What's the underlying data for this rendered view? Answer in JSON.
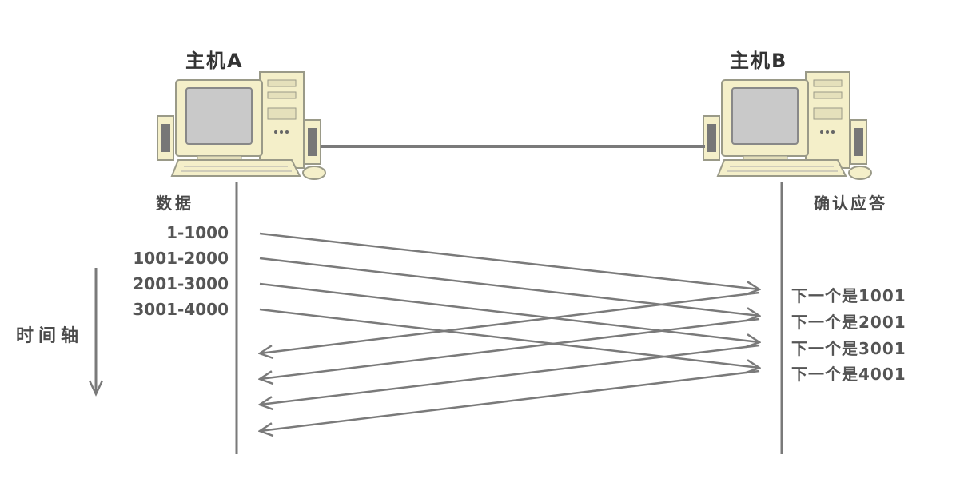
{
  "hosts": {
    "a": {
      "title": "主机A",
      "column_label": "数据"
    },
    "b": {
      "title": "主机B",
      "column_label": "确认应答"
    }
  },
  "timeline": {
    "label": "时间轴"
  },
  "segments": [
    "1-1000",
    "1001-2000",
    "2001-3000",
    "3001-4000"
  ],
  "acks": [
    "下一个是1001",
    "下一个是2001",
    "下一个是3001",
    "下一个是4001"
  ],
  "colors": {
    "line": "#7a7a7a",
    "computer_body": "#f4efc9",
    "computer_outline": "#9a9a88",
    "screen": "#c9c9c9"
  }
}
